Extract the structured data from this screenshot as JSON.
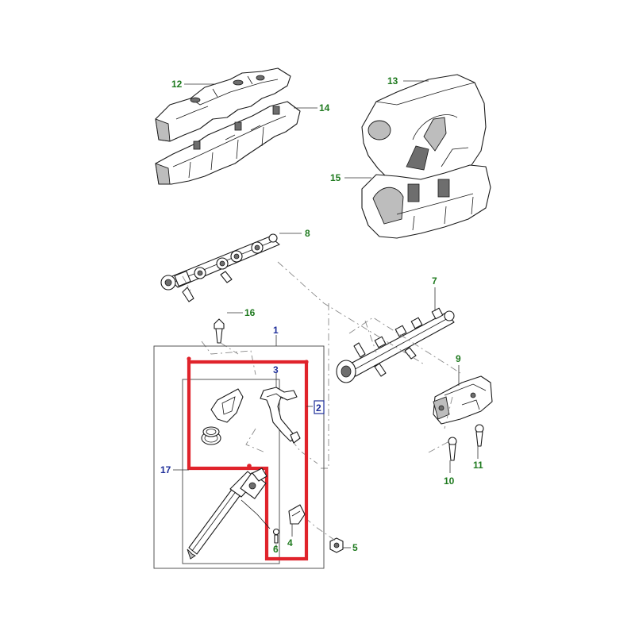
{
  "colors": {
    "part_label": "#1f7a1f",
    "assembly_label": "#1f2f9a",
    "highlight": "#e0232b"
  },
  "labels": {
    "p1": "1",
    "p2": "2",
    "p3": "3",
    "p4": "4",
    "p5": "5",
    "p6": "6",
    "p7": "7",
    "p8": "8",
    "p9": "9",
    "p10": "10",
    "p11": "11",
    "p12": "12",
    "p13": "13",
    "p14": "14",
    "p15": "15",
    "p16": "16",
    "p17": "17"
  }
}
